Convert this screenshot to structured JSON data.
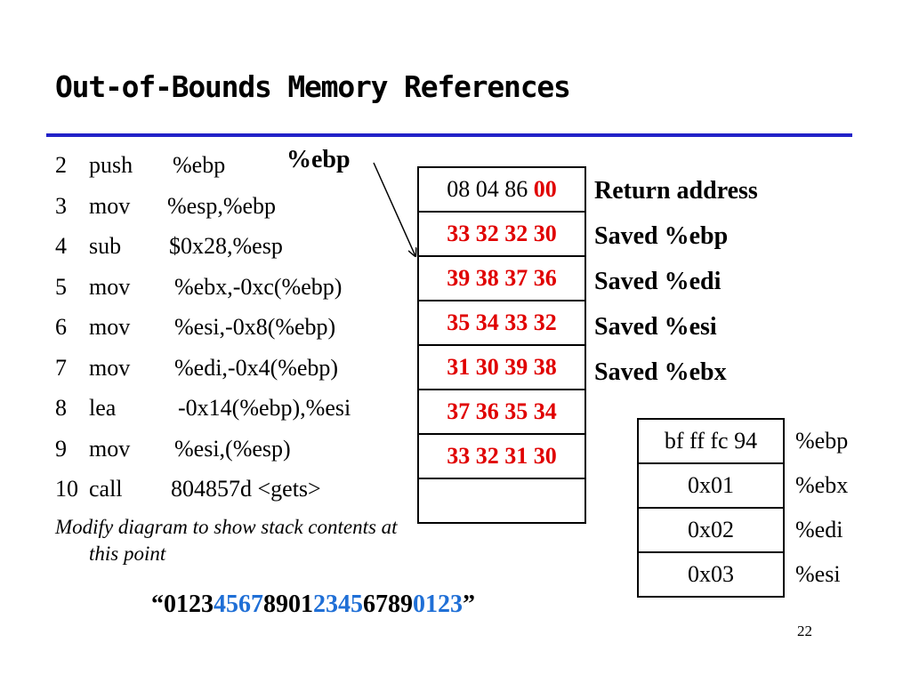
{
  "slide": {
    "title": "Out-of-Bounds Memory References",
    "page_number": "22",
    "colors": {
      "rule": "#2222c8",
      "highlight_red": "#e00000",
      "highlight_blue": "#1f6fd6"
    }
  },
  "code": [
    {
      "num": "2",
      "op": "push",
      "args": "%ebp"
    },
    {
      "num": "3",
      "op": "mov",
      "args": "%esp,%ebp"
    },
    {
      "num": "4",
      "op": "sub",
      "args": "$0x28,%esp"
    },
    {
      "num": "5",
      "op": "mov",
      "args": "%ebx,-0xc(%ebp)"
    },
    {
      "num": "6",
      "op": "mov",
      "args": "%esi,-0x8(%ebp)"
    },
    {
      "num": "7",
      "op": "mov",
      "args": "%edi,-0x4(%ebp)"
    },
    {
      "num": "8",
      "op": "lea",
      "args": "-0x14(%ebp),%esi"
    },
    {
      "num": "9",
      "op": "mov",
      "args": "%esi,(%esp)"
    },
    {
      "num": "10",
      "op": "call",
      "args": "804857d <gets>"
    }
  ],
  "note": "Modify diagram to show stack contents at this point",
  "ebp_pointer_label": "%ebp",
  "stack": [
    {
      "prefix": "08 04 86 ",
      "red": "00",
      "label": "Return address"
    },
    {
      "prefix": "",
      "red": "33 32 32 30",
      "label": "Saved %ebp"
    },
    {
      "prefix": "",
      "red": "39 38 37 36",
      "label": "Saved %edi"
    },
    {
      "prefix": "",
      "red": "35 34 33 32",
      "label": "Saved %esi"
    },
    {
      "prefix": "",
      "red": "31 30 39 38",
      "label": "Saved %ebx"
    },
    {
      "prefix": "",
      "red": "37 36 35 34",
      "label": ""
    },
    {
      "prefix": "",
      "red": "33 32 31 30",
      "label": ""
    },
    {
      "prefix": "",
      "red": "",
      "label": ""
    }
  ],
  "registers": [
    {
      "value": "bf ff fc 94",
      "name": "%ebp"
    },
    {
      "value": "0x01",
      "name": "%ebx"
    },
    {
      "value": "0x02",
      "name": "%edi"
    },
    {
      "value": "0x03",
      "name": "%esi"
    }
  ],
  "input_string": {
    "open_quote": "“",
    "parts": [
      {
        "text": "0123",
        "color": "black"
      },
      {
        "text": "4567",
        "color": "blue"
      },
      {
        "text": "8901",
        "color": "black"
      },
      {
        "text": "2345",
        "color": "blue"
      },
      {
        "text": "6789",
        "color": "black"
      },
      {
        "text": "0123",
        "color": "blue"
      }
    ],
    "close_quote": "”"
  }
}
